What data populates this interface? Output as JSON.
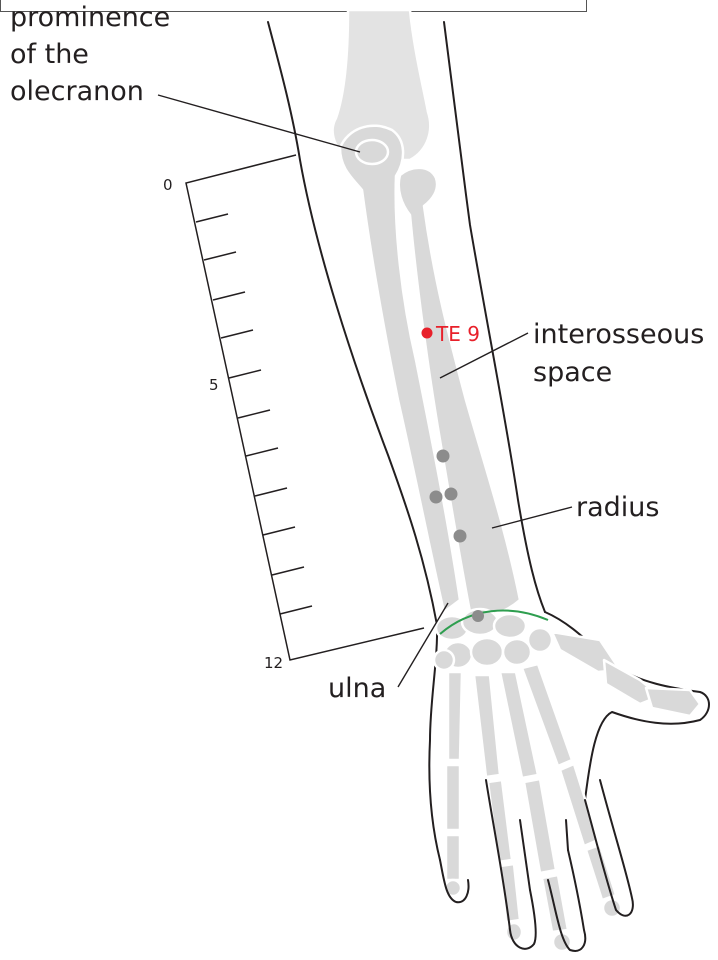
{
  "labels": {
    "olecranon": [
      "prominence",
      "of the",
      "olecranon"
    ],
    "interosseous": [
      "interosseous",
      "space"
    ],
    "radius": "radius",
    "ulna": "ulna",
    "point": "TE 9"
  },
  "scale": {
    "min": 0,
    "max": 12,
    "tick_labels": [
      "0",
      "5",
      "12"
    ]
  },
  "colors": {
    "point": "#e8202a",
    "wrist_crease": "#2e9e4f",
    "bone": "#d9d9d9",
    "outline": "#231f20",
    "other_points": "#8c8c8c"
  }
}
